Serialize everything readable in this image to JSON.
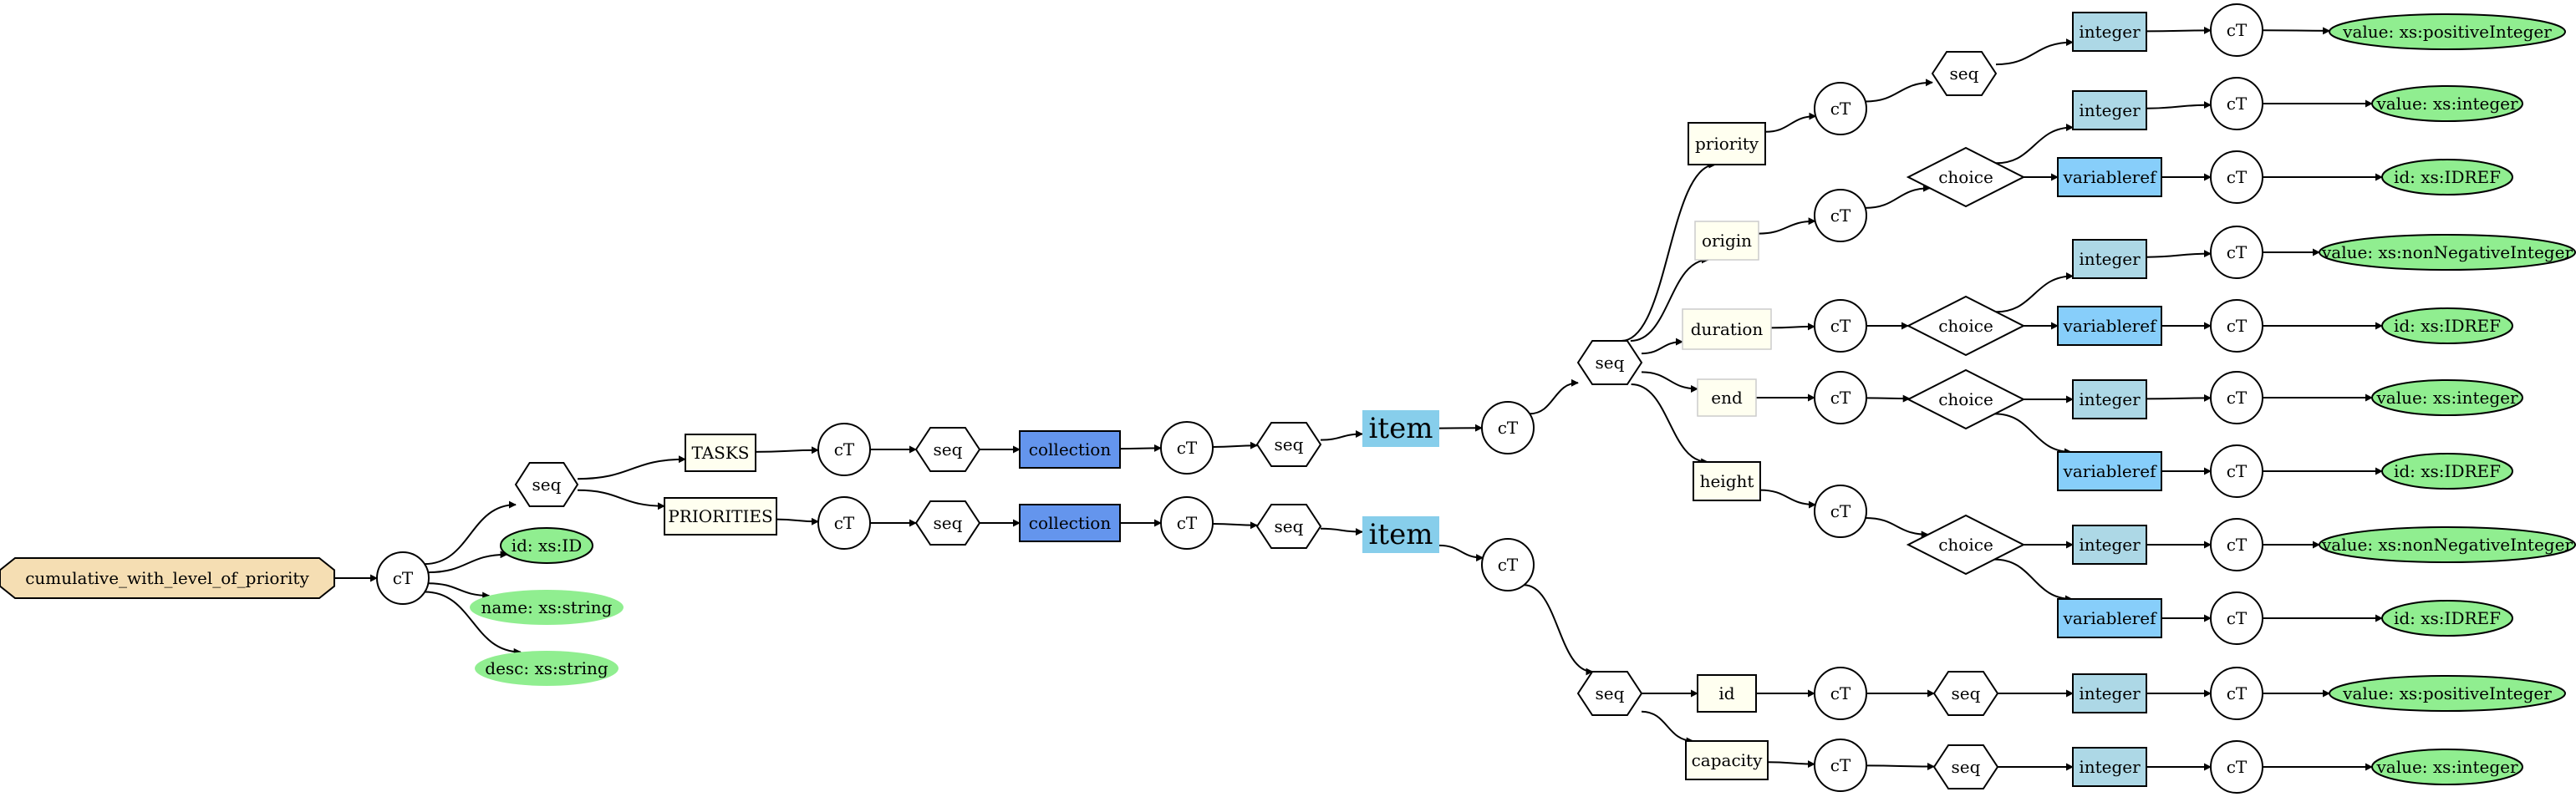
{
  "colors": {
    "root": "#f5deb3",
    "attr": "#90ee90",
    "element": "#fffff0",
    "element_border": "#000000",
    "element_faint_border": "#cccccc",
    "collection": "#6495ed",
    "item": "#87ceeb",
    "integer": "#add8e6",
    "variableref": "#87cefa",
    "connector": "#ffffff"
  },
  "nodes": [
    {
      "id": "root",
      "type": "octagon",
      "label": "cumulative_with_level_of_priority"
    },
    {
      "id": "ct_root",
      "type": "circle",
      "label": "cT"
    },
    {
      "id": "seq_root",
      "type": "hexagon",
      "label": "seq"
    },
    {
      "id": "attr_id",
      "type": "attr",
      "label": "id: xs:ID",
      "bordered": true
    },
    {
      "id": "attr_name",
      "type": "attr",
      "label": "name: xs:string",
      "bordered": false
    },
    {
      "id": "attr_desc",
      "type": "attr",
      "label": "desc: xs:string",
      "bordered": false
    },
    {
      "id": "tasks",
      "type": "element",
      "label": "TASKS"
    },
    {
      "id": "ct_tasks",
      "type": "circle",
      "label": "cT"
    },
    {
      "id": "seq_tasks",
      "type": "hexagon",
      "label": "seq"
    },
    {
      "id": "coll_tasks",
      "type": "collection",
      "label": "collection"
    },
    {
      "id": "ct_coll_tasks",
      "type": "circle",
      "label": "cT"
    },
    {
      "id": "seq_coll_tasks",
      "type": "hexagon",
      "label": "seq"
    },
    {
      "id": "item_tasks",
      "type": "item",
      "label": "item"
    },
    {
      "id": "ct_item_tasks",
      "type": "circle",
      "label": "cT"
    },
    {
      "id": "seq_task",
      "type": "hexagon",
      "label": "seq"
    },
    {
      "id": "priority",
      "type": "element",
      "label": "priority"
    },
    {
      "id": "ct_priority",
      "type": "circle",
      "label": "cT"
    },
    {
      "id": "seq_priority",
      "type": "hexagon",
      "label": "seq"
    },
    {
      "id": "int_priority",
      "type": "integer",
      "label": "integer"
    },
    {
      "id": "ct_int_priority",
      "type": "circle",
      "label": "cT"
    },
    {
      "id": "val_priority",
      "type": "attr",
      "label": "value: xs:positiveInteger",
      "bordered": true
    },
    {
      "id": "origin",
      "type": "element_faint",
      "label": "origin"
    },
    {
      "id": "ct_origin",
      "type": "circle",
      "label": "cT"
    },
    {
      "id": "choice_origin",
      "type": "diamond",
      "label": "choice"
    },
    {
      "id": "int_origin",
      "type": "integer",
      "label": "integer"
    },
    {
      "id": "ct_int_origin",
      "type": "circle",
      "label": "cT"
    },
    {
      "id": "val_origin",
      "type": "attr",
      "label": "value: xs:integer",
      "bordered": true
    },
    {
      "id": "var_origin",
      "type": "variableref",
      "label": "variableref"
    },
    {
      "id": "ct_var_origin",
      "type": "circle",
      "label": "cT"
    },
    {
      "id": "idref_origin",
      "type": "attr",
      "label": "id: xs:IDREF",
      "bordered": true
    },
    {
      "id": "duration",
      "type": "element_faint",
      "label": "duration"
    },
    {
      "id": "ct_duration",
      "type": "circle",
      "label": "cT"
    },
    {
      "id": "choice_duration",
      "type": "diamond",
      "label": "choice"
    },
    {
      "id": "int_duration",
      "type": "integer",
      "label": "integer"
    },
    {
      "id": "ct_int_duration",
      "type": "circle",
      "label": "cT"
    },
    {
      "id": "val_duration",
      "type": "attr",
      "label": "value: xs:nonNegativeInteger",
      "bordered": true
    },
    {
      "id": "var_duration",
      "type": "variableref",
      "label": "variableref"
    },
    {
      "id": "ct_var_duration",
      "type": "circle",
      "label": "cT"
    },
    {
      "id": "idref_duration",
      "type": "attr",
      "label": "id: xs:IDREF",
      "bordered": true
    },
    {
      "id": "end",
      "type": "element_faint",
      "label": "end"
    },
    {
      "id": "ct_end",
      "type": "circle",
      "label": "cT"
    },
    {
      "id": "choice_end",
      "type": "diamond",
      "label": "choice"
    },
    {
      "id": "int_end",
      "type": "integer",
      "label": "integer"
    },
    {
      "id": "ct_int_end",
      "type": "circle",
      "label": "cT"
    },
    {
      "id": "val_end",
      "type": "attr",
      "label": "value: xs:integer",
      "bordered": true
    },
    {
      "id": "var_end",
      "type": "variableref",
      "label": "variableref"
    },
    {
      "id": "ct_var_end",
      "type": "circle",
      "label": "cT"
    },
    {
      "id": "idref_end",
      "type": "attr",
      "label": "id: xs:IDREF",
      "bordered": true
    },
    {
      "id": "height",
      "type": "element",
      "label": "height"
    },
    {
      "id": "ct_height",
      "type": "circle",
      "label": "cT"
    },
    {
      "id": "choice_height",
      "type": "diamond",
      "label": "choice"
    },
    {
      "id": "int_height",
      "type": "integer",
      "label": "integer"
    },
    {
      "id": "ct_int_height",
      "type": "circle",
      "label": "cT"
    },
    {
      "id": "val_height",
      "type": "attr",
      "label": "value: xs:nonNegativeInteger",
      "bordered": true
    },
    {
      "id": "var_height",
      "type": "variableref",
      "label": "variableref"
    },
    {
      "id": "ct_var_height",
      "type": "circle",
      "label": "cT"
    },
    {
      "id": "idref_height",
      "type": "attr",
      "label": "id: xs:IDREF",
      "bordered": true
    },
    {
      "id": "priorities",
      "type": "element",
      "label": "PRIORITIES"
    },
    {
      "id": "ct_priorities",
      "type": "circle",
      "label": "cT"
    },
    {
      "id": "seq_priorities",
      "type": "hexagon",
      "label": "seq"
    },
    {
      "id": "coll_priorities",
      "type": "collection",
      "label": "collection"
    },
    {
      "id": "ct_coll_priorities",
      "type": "circle",
      "label": "cT"
    },
    {
      "id": "seq_coll_priorities",
      "type": "hexagon",
      "label": "seq"
    },
    {
      "id": "item_priorities",
      "type": "item",
      "label": "item"
    },
    {
      "id": "ct_item_priorities",
      "type": "circle",
      "label": "cT"
    },
    {
      "id": "seq_prio",
      "type": "hexagon",
      "label": "seq"
    },
    {
      "id": "pid",
      "type": "element",
      "label": "id"
    },
    {
      "id": "ct_pid",
      "type": "circle",
      "label": "cT"
    },
    {
      "id": "seq_pid",
      "type": "hexagon",
      "label": "seq"
    },
    {
      "id": "int_pid",
      "type": "integer",
      "label": "integer"
    },
    {
      "id": "ct_int_pid",
      "type": "circle",
      "label": "cT"
    },
    {
      "id": "val_pid",
      "type": "attr",
      "label": "value: xs:positiveInteger",
      "bordered": true
    },
    {
      "id": "capacity",
      "type": "element",
      "label": "capacity"
    },
    {
      "id": "ct_capacity",
      "type": "circle",
      "label": "cT"
    },
    {
      "id": "seq_capacity",
      "type": "hexagon",
      "label": "seq"
    },
    {
      "id": "int_capacity",
      "type": "integer",
      "label": "integer"
    },
    {
      "id": "ct_int_capacity",
      "type": "circle",
      "label": "cT"
    },
    {
      "id": "val_capacity",
      "type": "attr",
      "label": "value: xs:integer",
      "bordered": true
    }
  ],
  "edges": [
    [
      "root",
      "ct_root"
    ],
    [
      "ct_root",
      "seq_root"
    ],
    [
      "ct_root",
      "attr_id"
    ],
    [
      "ct_root",
      "attr_name"
    ],
    [
      "ct_root",
      "attr_desc"
    ],
    [
      "seq_root",
      "tasks"
    ],
    [
      "seq_root",
      "priorities"
    ],
    [
      "tasks",
      "ct_tasks"
    ],
    [
      "ct_tasks",
      "seq_tasks"
    ],
    [
      "seq_tasks",
      "coll_tasks"
    ],
    [
      "coll_tasks",
      "ct_coll_tasks"
    ],
    [
      "ct_coll_tasks",
      "seq_coll_tasks"
    ],
    [
      "seq_coll_tasks",
      "item_tasks"
    ],
    [
      "item_tasks",
      "ct_item_tasks"
    ],
    [
      "ct_item_tasks",
      "seq_task"
    ],
    [
      "seq_task",
      "priority"
    ],
    [
      "seq_task",
      "origin"
    ],
    [
      "seq_task",
      "duration"
    ],
    [
      "seq_task",
      "end"
    ],
    [
      "seq_task",
      "height"
    ],
    [
      "priority",
      "ct_priority"
    ],
    [
      "ct_priority",
      "seq_priority"
    ],
    [
      "seq_priority",
      "int_priority"
    ],
    [
      "int_priority",
      "ct_int_priority"
    ],
    [
      "ct_int_priority",
      "val_priority"
    ],
    [
      "origin",
      "ct_origin"
    ],
    [
      "ct_origin",
      "choice_origin"
    ],
    [
      "choice_origin",
      "int_origin"
    ],
    [
      "choice_origin",
      "var_origin"
    ],
    [
      "int_origin",
      "ct_int_origin"
    ],
    [
      "ct_int_origin",
      "val_origin"
    ],
    [
      "var_origin",
      "ct_var_origin"
    ],
    [
      "ct_var_origin",
      "idref_origin"
    ],
    [
      "duration",
      "ct_duration"
    ],
    [
      "ct_duration",
      "choice_duration"
    ],
    [
      "choice_duration",
      "int_duration"
    ],
    [
      "choice_duration",
      "var_duration"
    ],
    [
      "int_duration",
      "ct_int_duration"
    ],
    [
      "ct_int_duration",
      "val_duration"
    ],
    [
      "var_duration",
      "ct_var_duration"
    ],
    [
      "ct_var_duration",
      "idref_duration"
    ],
    [
      "end",
      "ct_end"
    ],
    [
      "ct_end",
      "choice_end"
    ],
    [
      "choice_end",
      "int_end"
    ],
    [
      "choice_end",
      "var_end"
    ],
    [
      "int_end",
      "ct_int_end"
    ],
    [
      "ct_int_end",
      "val_end"
    ],
    [
      "var_end",
      "ct_var_end"
    ],
    [
      "ct_var_end",
      "idref_end"
    ],
    [
      "height",
      "ct_height"
    ],
    [
      "ct_height",
      "choice_height"
    ],
    [
      "choice_height",
      "int_height"
    ],
    [
      "choice_height",
      "var_height"
    ],
    [
      "int_height",
      "ct_int_height"
    ],
    [
      "ct_int_height",
      "val_height"
    ],
    [
      "var_height",
      "ct_var_height"
    ],
    [
      "ct_var_height",
      "idref_height"
    ],
    [
      "priorities",
      "ct_priorities"
    ],
    [
      "ct_priorities",
      "seq_priorities"
    ],
    [
      "seq_priorities",
      "coll_priorities"
    ],
    [
      "coll_priorities",
      "ct_coll_priorities"
    ],
    [
      "ct_coll_priorities",
      "seq_coll_priorities"
    ],
    [
      "seq_coll_priorities",
      "item_priorities"
    ],
    [
      "item_priorities",
      "ct_item_priorities"
    ],
    [
      "ct_item_priorities",
      "seq_prio"
    ],
    [
      "seq_prio",
      "pid"
    ],
    [
      "seq_prio",
      "capacity"
    ],
    [
      "pid",
      "ct_pid"
    ],
    [
      "ct_pid",
      "seq_pid"
    ],
    [
      "seq_pid",
      "int_pid"
    ],
    [
      "int_pid",
      "ct_int_pid"
    ],
    [
      "ct_int_pid",
      "val_pid"
    ],
    [
      "capacity",
      "ct_capacity"
    ],
    [
      "ct_capacity",
      "seq_capacity"
    ],
    [
      "seq_capacity",
      "int_capacity"
    ],
    [
      "int_capacity",
      "ct_int_capacity"
    ],
    [
      "ct_int_capacity",
      "val_capacity"
    ]
  ]
}
